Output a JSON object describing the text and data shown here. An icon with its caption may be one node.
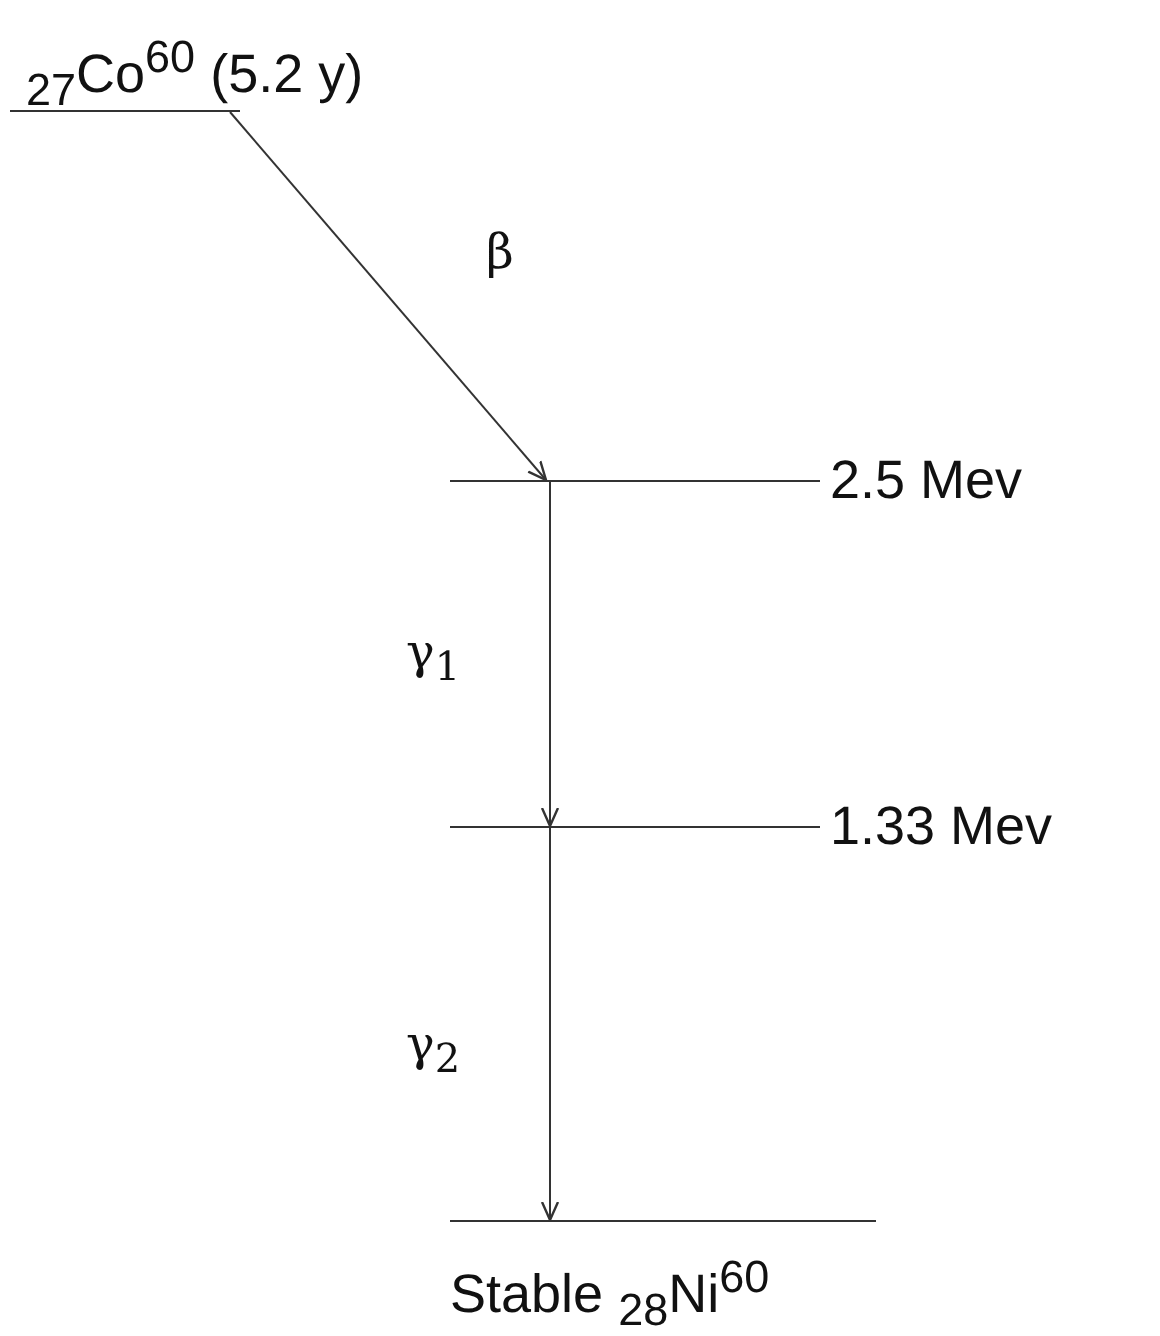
{
  "diagram": {
    "nodes": [
      {
        "text": [
          "$_{27}$Co$^{60}$ (5.2 y)"
        ]
      },
      {
        "text": [
          "2.5 Mev"
        ]
      },
      {
        "text": [
          "1.33 Mev"
        ]
      },
      {
        "text": [
          "Stable $_{28}$Ni$^{60}$"
        ]
      }
    ],
    "edges": [
      {
        "from": 0,
        "to": 1,
        "arrow": "to",
        "label": "β"
      },
      {
        "from": 1,
        "to": 2,
        "arrow": "to",
        "label": "γ$_{1}$"
      },
      {
        "from": 2,
        "to": 3,
        "arrow": "to",
        "label": "γ$_{2}$"
      }
    ]
  }
}
